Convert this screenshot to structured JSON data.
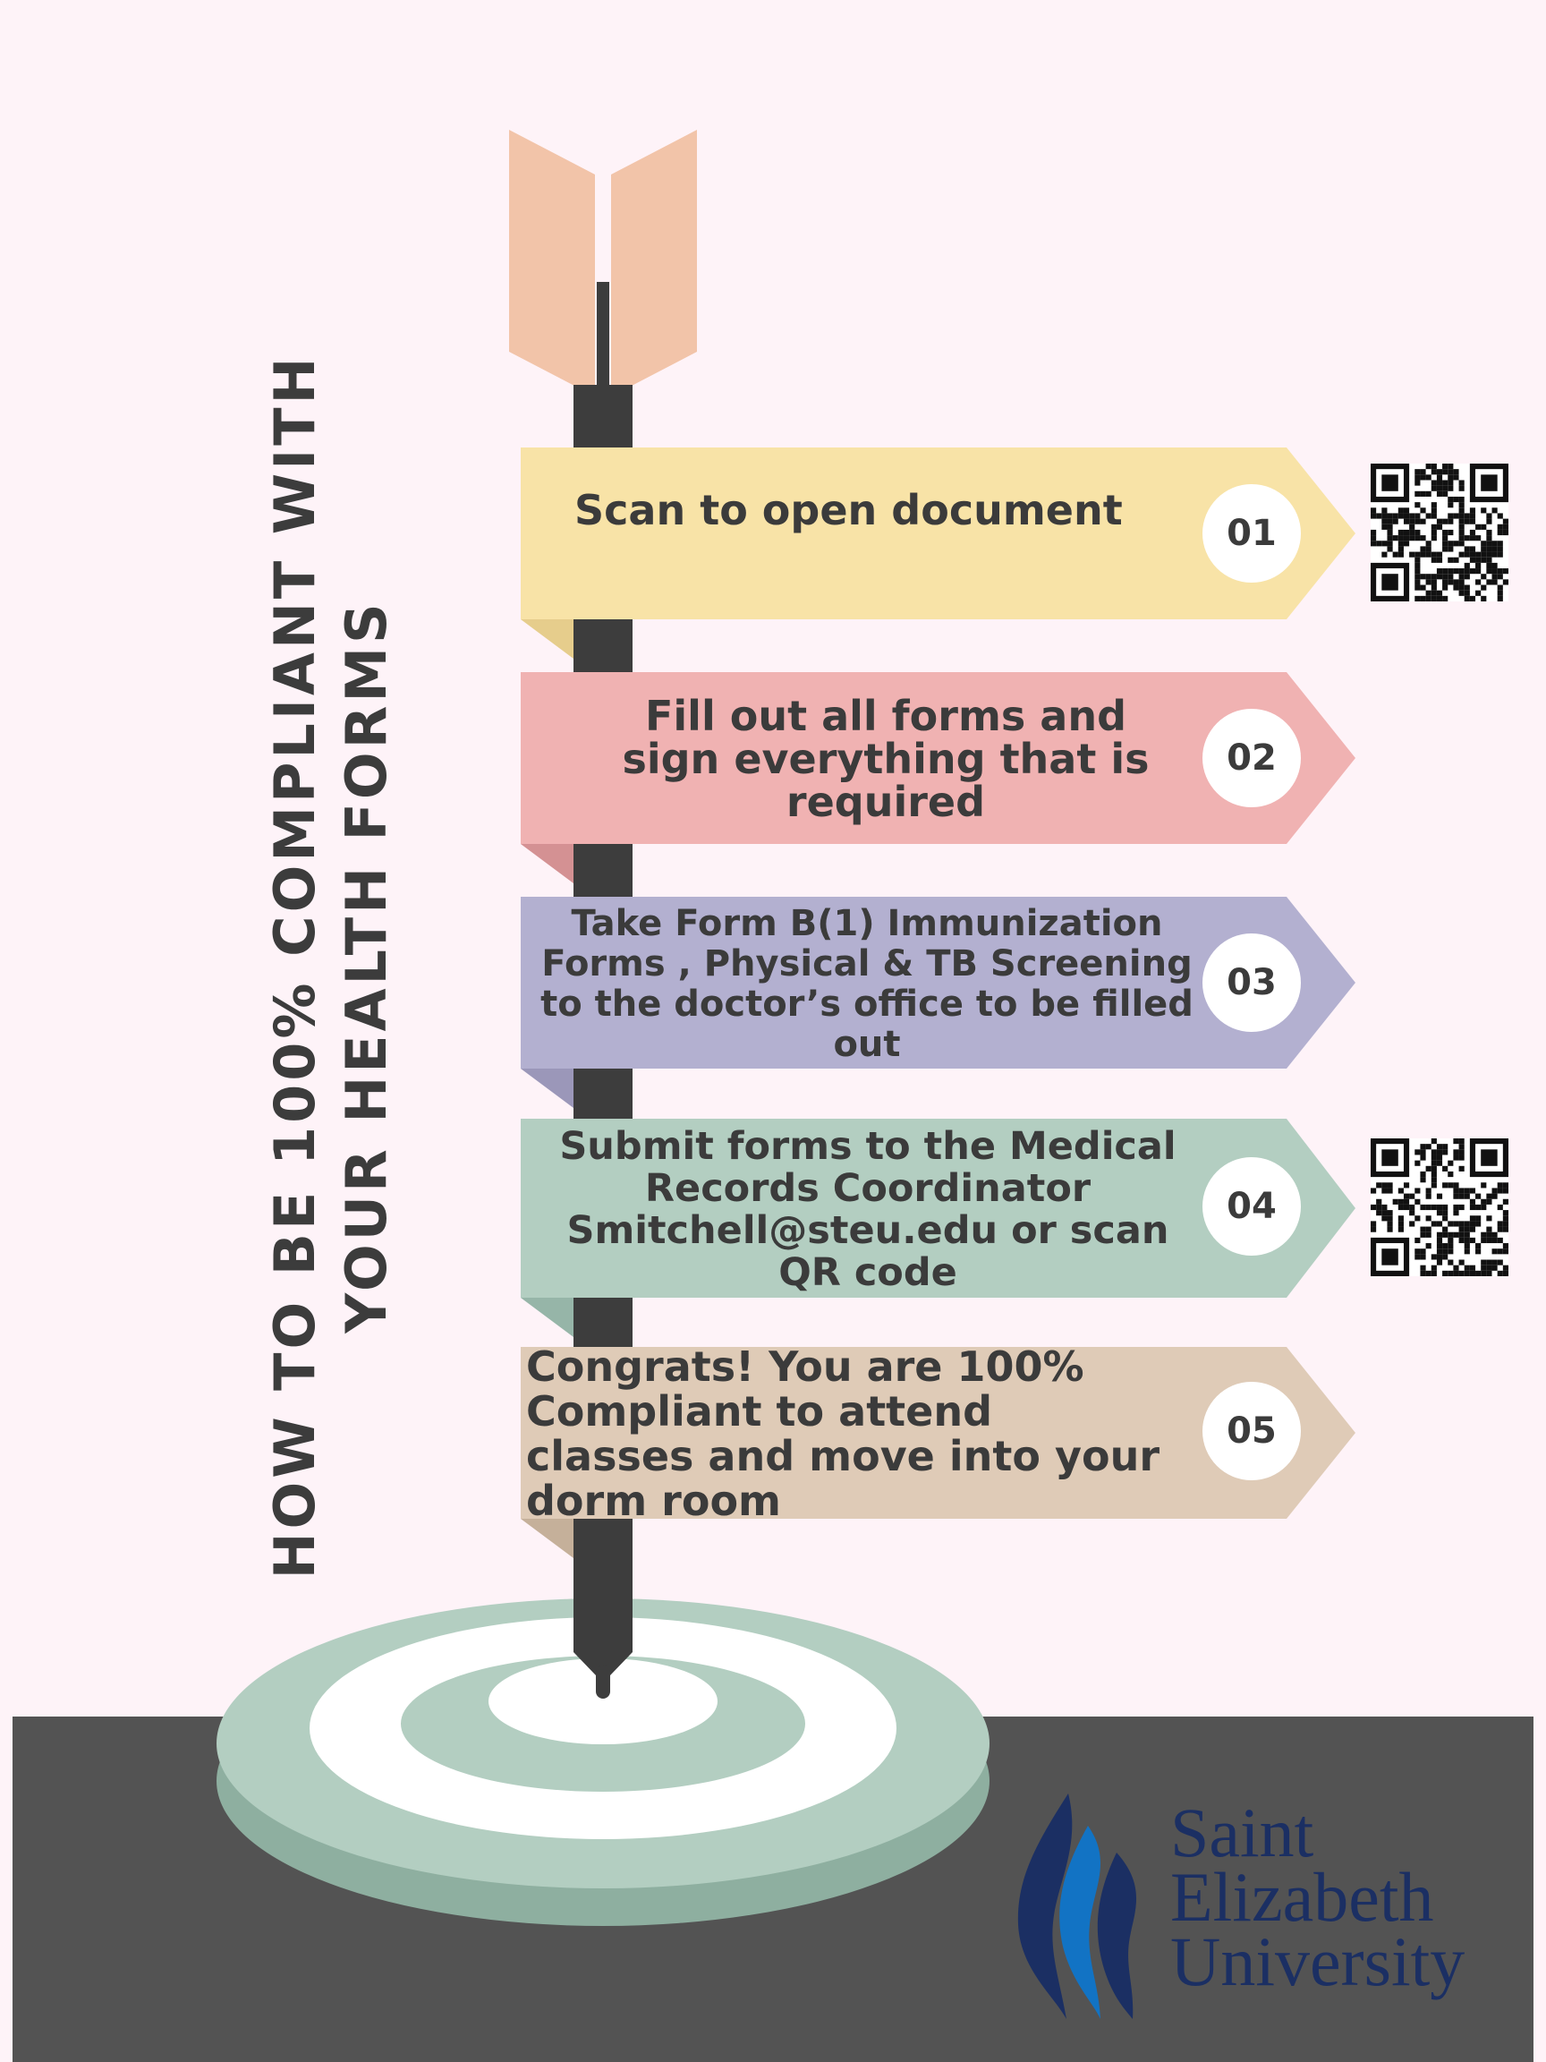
{
  "title": "HOW TO BE 100% COMPLIANT WITH YOUR HEALTH FORMS",
  "steps": [
    {
      "number": "01",
      "text": "Scan to open document",
      "color": "#f8e3a7",
      "fold_color": "#e6cd8c"
    },
    {
      "number": "02",
      "text": "Fill out all forms and sign everything that is required",
      "color": "#f0b2b2",
      "fold_color": "#d49193"
    },
    {
      "number": "03",
      "text": "Take Form B(1) Immunization Forms , Physical & TB Screening to the doctor’s office to be filled out",
      "color": "#b3b0d0",
      "fold_color": "#9b97b9"
    },
    {
      "number": "04",
      "text": "Submit forms to the Medical Records Coordinator Smitchell@steu.edu or scan QR code",
      "color": "#b3cec1",
      "fold_color": "#96b5a8"
    },
    {
      "number": "05",
      "text": "Congrats! You are 100% Compliant to attend classes and move into your dorm room",
      "color": "#dfcbb7",
      "fold_color": "#c5b09a"
    }
  ],
  "qr_codes": [
    {
      "icon": "qr-code-icon",
      "step": "01"
    },
    {
      "icon": "qr-code-icon",
      "step": "04"
    }
  ],
  "logo": {
    "line1": "Saint",
    "line2": "Elizabeth",
    "line3": "University",
    "color": "#1b2f63",
    "accent_color": "#1273c4"
  },
  "colors": {
    "background": "#fef3f8",
    "ground": "#535353",
    "shaft": "#3d3d3d",
    "fletching": "#f2c4a9",
    "target_green": "#b3cec1",
    "target_shadow": "#8eafa0"
  }
}
